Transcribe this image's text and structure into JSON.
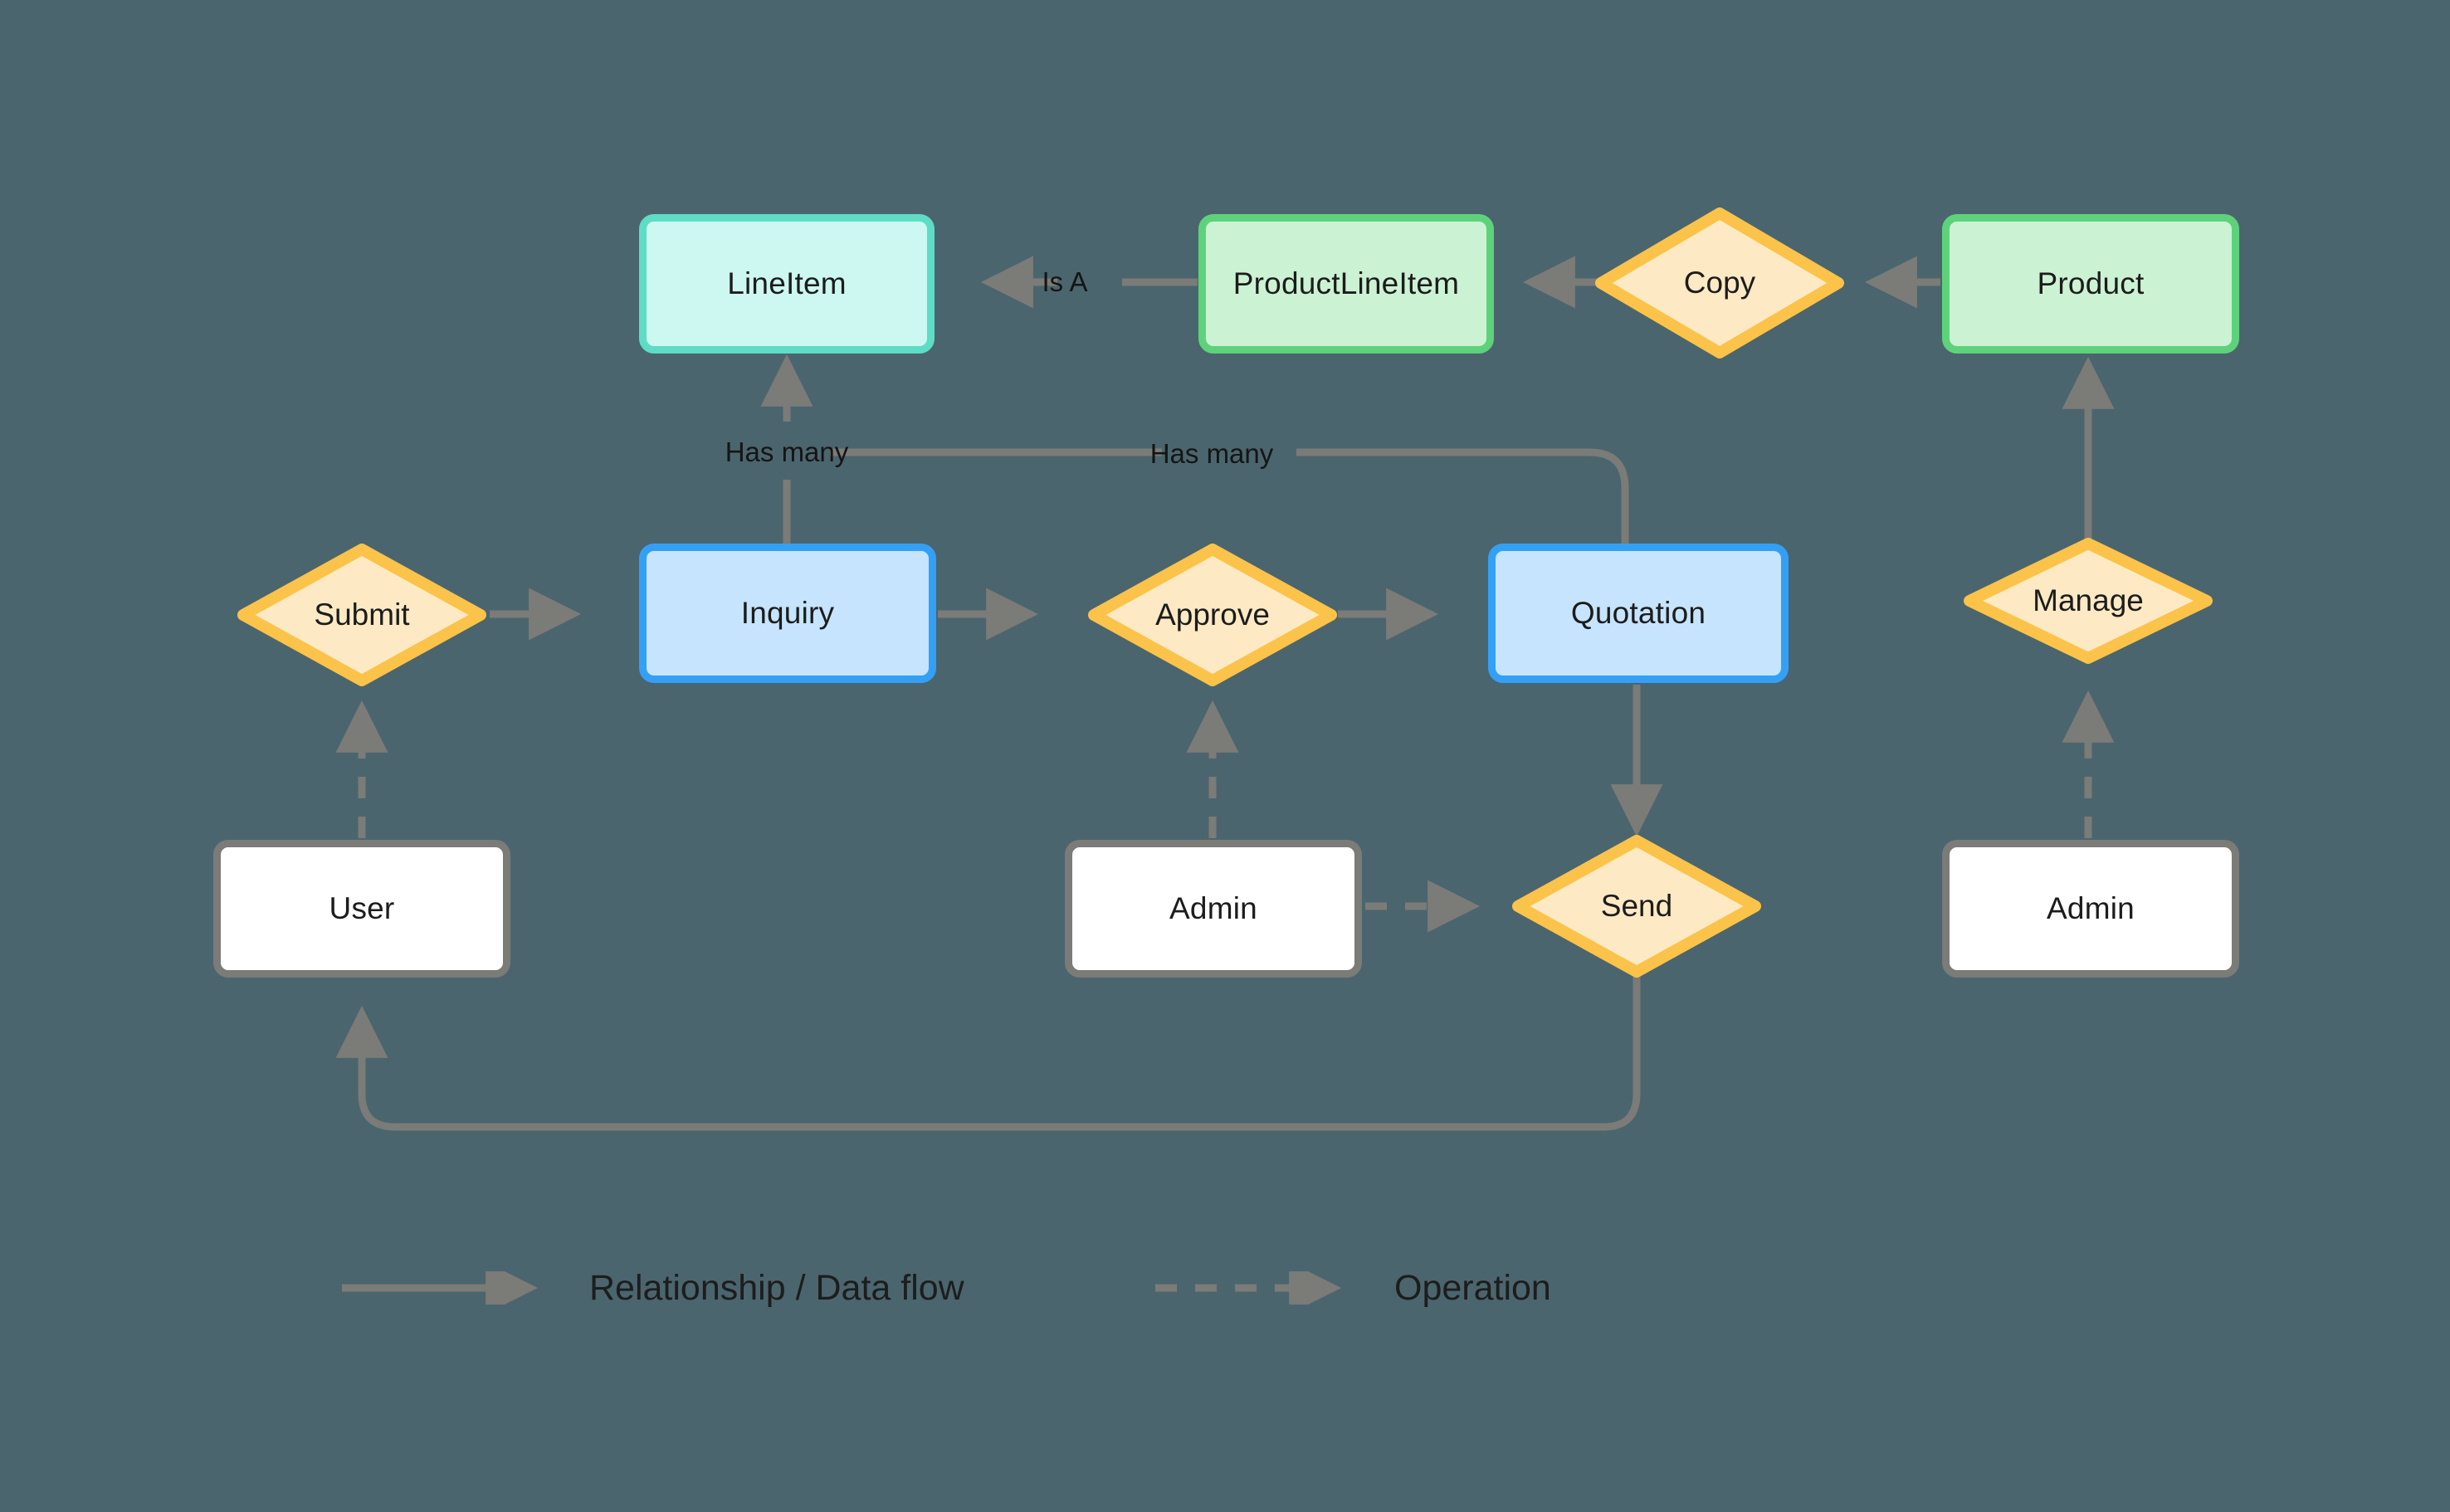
{
  "diagram": {
    "title": "Inquiry to Quotation entity relationship and data flow diagram",
    "background_color": "#4b656e",
    "edge_color": "#7b7b78",
    "text_color": "#1c1c1c"
  },
  "nodes": {
    "lineitem": {
      "label": "LineItem",
      "type": "entity",
      "color": "#cdf8f1",
      "border": "#5fdcc6"
    },
    "productlineitem": {
      "label": "ProductLineItem",
      "type": "entity",
      "color": "#ccf2d4",
      "border": "#5ed27b"
    },
    "product": {
      "label": "Product",
      "type": "entity",
      "color": "#ccf2d4",
      "border": "#5ed27b"
    },
    "inquiry": {
      "label": "Inquiry",
      "type": "entity",
      "color": "#c6e4fd",
      "border": "#34a0f5"
    },
    "quotation": {
      "label": "Quotation",
      "type": "entity",
      "color": "#c6e4fd",
      "border": "#34a0f5"
    },
    "user": {
      "label": "User",
      "type": "actor",
      "color": "#ffffff",
      "border": "#7b7b78"
    },
    "admin_approve": {
      "label": "Admin",
      "type": "actor",
      "color": "#ffffff",
      "border": "#7b7b78"
    },
    "admin_manage": {
      "label": "Admin",
      "type": "actor",
      "color": "#ffffff",
      "border": "#7b7b78"
    },
    "copy": {
      "label": "Copy",
      "type": "operation",
      "color": "#fdeac4",
      "border": "#fac council"
    },
    "submit": {
      "label": "Submit",
      "type": "operation",
      "color": "#fdeac4",
      "border": "#fbc34a"
    },
    "approve": {
      "label": "Approve",
      "type": "operation",
      "color": "#fdeac4",
      "border": "#fbc34a"
    },
    "send": {
      "label": "Send",
      "type": "operation",
      "color": "#fdeac4",
      "border": "#fbc34a"
    },
    "manage": {
      "label": "Manage",
      "type": "operation",
      "color": "#fdeac4",
      "border": "#fbc34a"
    }
  },
  "edge_labels": {
    "is_a": "Is A",
    "has_many_inquiry": "Has many",
    "has_many_quote": "Has many"
  },
  "legend": {
    "relationship": "Relationship / Data flow",
    "operation": "Operation"
  }
}
